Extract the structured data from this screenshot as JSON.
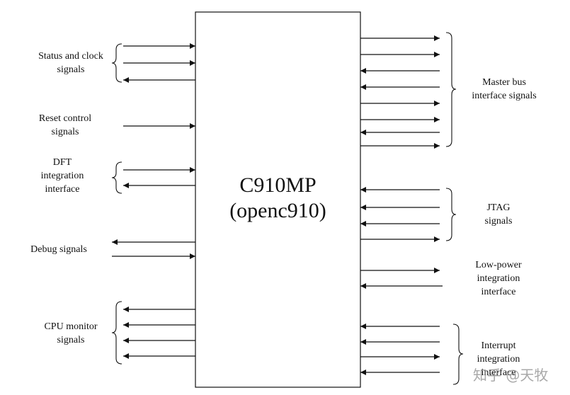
{
  "block": {
    "name": "C910MP",
    "subname": "(openc910)"
  },
  "left_groups": {
    "status_clock": {
      "line1": "Status and clock",
      "line2": "signals"
    },
    "reset_control": {
      "line1": "Reset control",
      "line2": "signals"
    },
    "dft": {
      "line1": "DFT",
      "line2": "integration",
      "line3": "interface"
    },
    "debug": {
      "line1": "Debug signals"
    },
    "cpu_monitor": {
      "line1": "CPU monitor",
      "line2": "signals"
    }
  },
  "right_groups": {
    "master_bus": {
      "line1": "Master bus",
      "line2": "interface signals"
    },
    "jtag": {
      "line1": "JTAG",
      "line2": "signals"
    },
    "low_power": {
      "line1": "Low-power",
      "line2": "integration",
      "line3": "interface"
    },
    "interrupt": {
      "line1": "Interrupt",
      "line2": "integration",
      "line3": "interface"
    }
  },
  "watermark": "知乎 @天牧",
  "colors": {
    "stroke": "#111111",
    "background": "#ffffff"
  }
}
